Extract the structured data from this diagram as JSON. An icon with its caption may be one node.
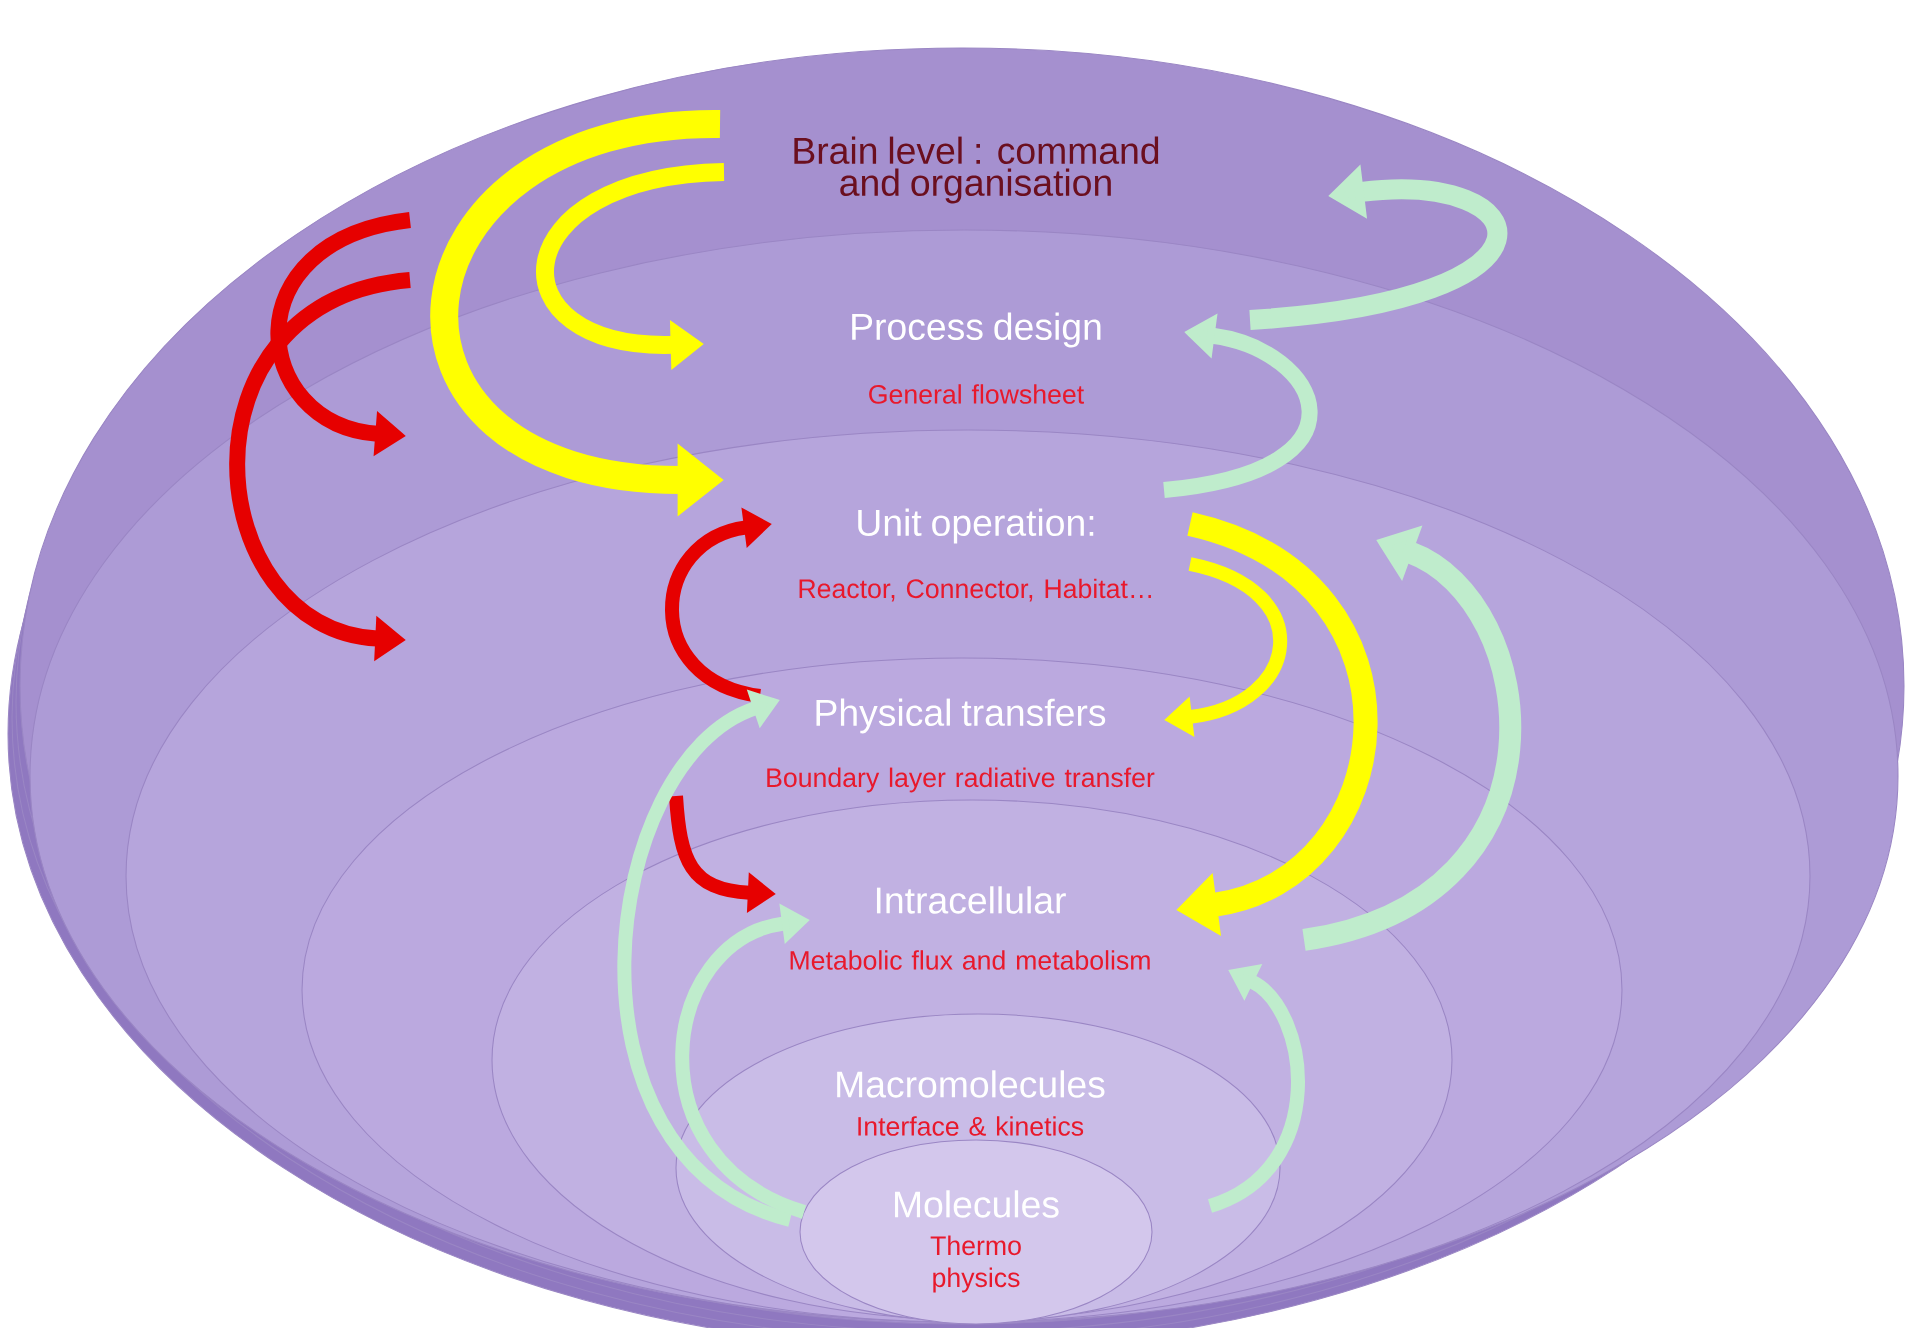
{
  "diagram": {
    "nodes": [
      {
        "text": [
          "Brain level : command and organisation"
        ]
      },
      {
        "text": [
          "Process design",
          "General flowsheet"
        ],
        "in": 0
      },
      {
        "text": [
          "Unit operation:",
          "Reactor, Connector, Habitat…"
        ],
        "in": 1
      },
      {
        "text": [
          "Physical transfers",
          "Boundary layer radiative transfer"
        ],
        "in": 2
      },
      {
        "text": [
          "Intracellular",
          "Metabolic flux and metabolism"
        ],
        "in": 3
      },
      {
        "text": [
          "Macromolecules",
          "Interface & kinetics"
        ],
        "in": 4
      },
      {
        "text": [
          "Molecules",
          "Thermo physics"
        ],
        "in": 5
      }
    ],
    "edges": [
      {
        "from": 0,
        "to": 1,
        "arrow": "to",
        "color": "#ffff00"
      },
      {
        "from": 0,
        "to": 2,
        "arrow": "to",
        "color": "#ffff00"
      },
      {
        "from": 0,
        "to": 1,
        "arrow": "to",
        "color": "#e60000"
      },
      {
        "from": 0,
        "to": 2,
        "arrow": "to",
        "color": "#e60000"
      },
      {
        "from": 2,
        "to": 3,
        "arrow": "to",
        "color": "#ffff00"
      },
      {
        "from": 2,
        "to": 4,
        "arrow": "to",
        "color": "#ffff00"
      },
      {
        "from": 3,
        "to": 2,
        "arrow": "to",
        "color": "#e60000"
      },
      {
        "from": 3,
        "to": 4,
        "arrow": "to",
        "color": "#e60000"
      },
      {
        "from": 1,
        "to": 0,
        "arrow": "to"
      },
      {
        "from": 2,
        "to": 1,
        "arrow": "to"
      },
      {
        "from": 4,
        "to": 2,
        "arrow": "to"
      },
      {
        "from": 6,
        "to": 3,
        "arrow": "to"
      },
      {
        "from": 6,
        "to": 4,
        "arrow": "to"
      },
      {
        "from": 6,
        "to": 4,
        "arrow": "to"
      }
    ]
  }
}
